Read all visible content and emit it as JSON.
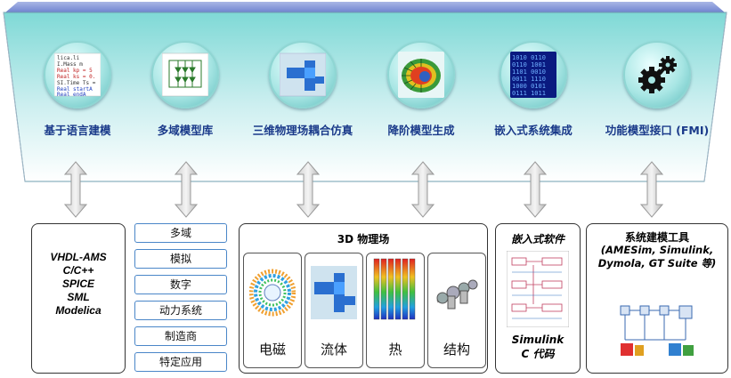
{
  "features": [
    {
      "label": "基于语言建模",
      "icon": "code-editor-icon"
    },
    {
      "label": "多域模型库",
      "icon": "circuit-schematic-icon"
    },
    {
      "label": "三维物理场耦合仿真",
      "icon": "3d-flow-pipe-icon"
    },
    {
      "label": "降阶模型生成",
      "icon": "turbine-blade-icon"
    },
    {
      "label": "嵌入式系统集成",
      "icon": "binary-code-icon"
    },
    {
      "label": "功能模型接口 (FMI)",
      "icon": "gears-icon"
    }
  ],
  "languages": [
    "VHDL-AMS",
    "C/C++",
    "SPICE",
    "SML",
    "Modelica"
  ],
  "domains": [
    "多域",
    "模拟",
    "数字",
    "动力系统",
    "制造商",
    "特定应用"
  ],
  "physics": {
    "title": "3D 物理场",
    "fields": [
      "电磁",
      "流体",
      "热",
      "结构"
    ]
  },
  "embedded": {
    "title": "嵌入式软件",
    "foot_line1": "Simulink",
    "foot_line2": "C 代码"
  },
  "tools": {
    "title": "系统建模工具",
    "list_line1": "(AMESim, Simulink,",
    "list_line2": "Dymola, GT Suite 等)"
  },
  "colors": {
    "banner_top": "#7fd9d6",
    "banner_bottom": "#ffffff",
    "label_blue": "#1a3a8a",
    "pill_border": "#4a86c8"
  }
}
